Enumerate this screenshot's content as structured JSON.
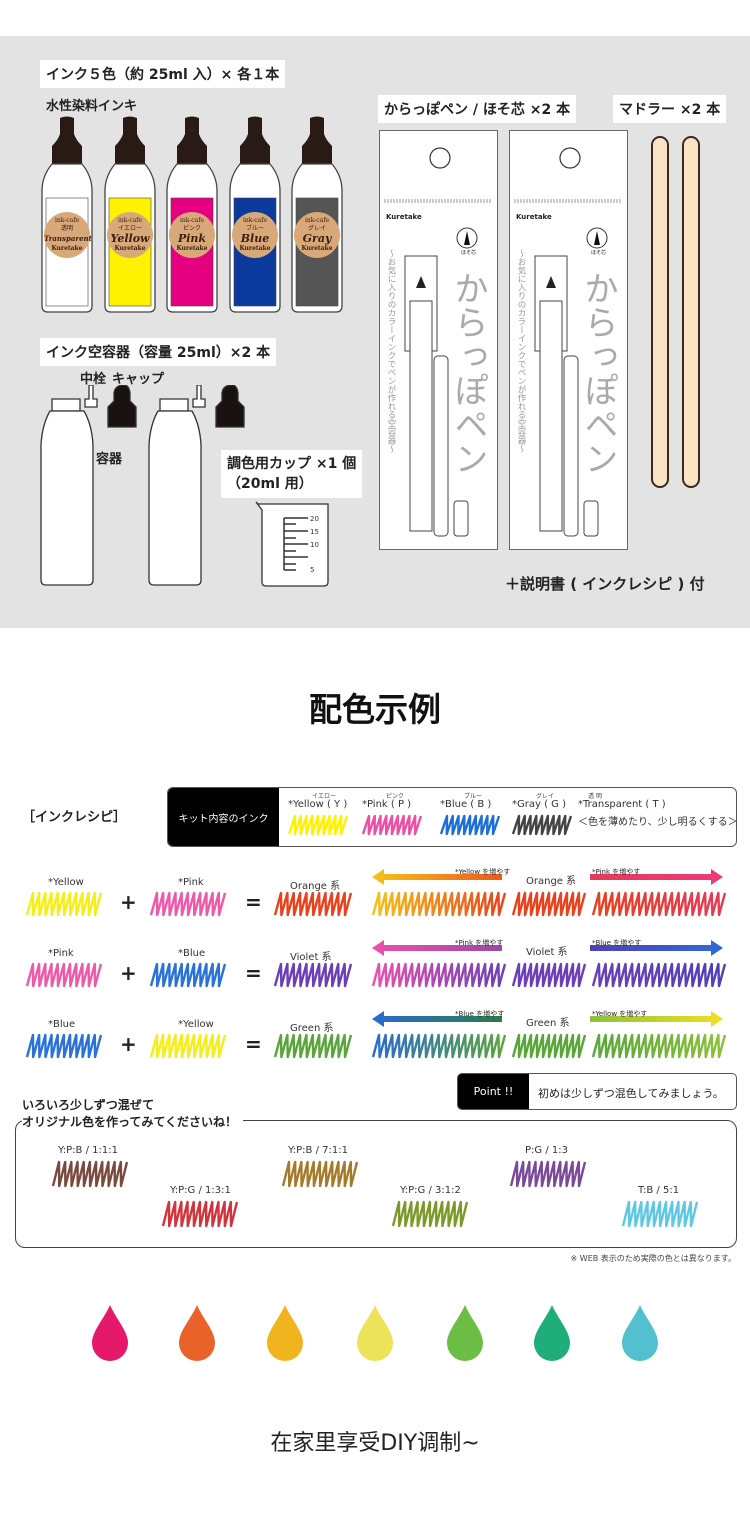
{
  "contents": {
    "ink_title": "インク５色（約 25ml 入）× 各１本",
    "ink_type": "水性染料インキ",
    "bottles": [
      {
        "brand": "ink-cafe",
        "jp": "透明",
        "name": "Transparent",
        "maker": "Kuretake",
        "color": "#ffffff"
      },
      {
        "brand": "ink-cafe",
        "jp": "イエロー",
        "name": "Yellow",
        "maker": "Kuretake",
        "color": "#fff200"
      },
      {
        "brand": "ink-cafe",
        "jp": "ピンク",
        "name": "Pink",
        "maker": "Kuretake",
        "color": "#e4007f"
      },
      {
        "brand": "ink-cafe",
        "jp": "ブルー",
        "name": "Blue",
        "maker": "Kuretake",
        "color": "#0b3a9c"
      },
      {
        "brand": "ink-cafe",
        "jp": "グレイ",
        "name": "Gray",
        "maker": "Kuretake",
        "color": "#555555"
      }
    ],
    "empty_title": "インク空容器（容量 25ml）×2 本",
    "plug": "中栓",
    "cap": "キャップ",
    "container": "容器",
    "cup_title": "調色用カップ ×1 個",
    "cup_sub": "（20ml 用）",
    "cup_marks": [
      "20",
      "15",
      "10",
      "5"
    ],
    "pen_title": "からっぽペン / ほそ芯 ×2 本",
    "pen_brand": "Kuretake",
    "pen_tip": "ほそ芯",
    "pen_name": "からっぽペン",
    "pen_desc": "～お気に入りのカラーインクでペンが作れる空容器～",
    "stir_title": "マドラー ×2 本",
    "manual": "＋説明書 ( インクレシピ ) 付"
  },
  "section_title": "配色示例",
  "recipe": {
    "heading": "［インクレシピ］",
    "kit_label": "キット内容のインク",
    "kit_inks": [
      {
        "ruby": "イエロー",
        "name": "*Yellow ( Y )",
        "color": "#fff200"
      },
      {
        "ruby": "ピンク",
        "name": "*Pink ( P )",
        "color": "#ec4fa3"
      },
      {
        "ruby": "ブルー",
        "name": "*Blue ( B )",
        "color": "#1d6fd6"
      },
      {
        "ruby": "グレイ",
        "name": "*Gray ( G )",
        "color": "#444444"
      },
      {
        "ruby": "透 明",
        "name": "*Transparent ( T )",
        "note": "＜色を薄めたり、少し明るくする＞"
      }
    ],
    "plus": "+",
    "equals": "=",
    "mixes": [
      {
        "a": "*Yellow",
        "a_color": "#f4ee1a",
        "b": "*Pink",
        "b_color": "#ec5aa8",
        "result": "Orange 系",
        "r_color": "#e8421e",
        "left_more": "*Yellow を増やす",
        "right_more": "*Pink を増やす",
        "left_color": "#f6c21a",
        "right_color": "#ee3a7a",
        "grad_left": "#ec5a1e",
        "grad_right": "#e53a5a"
      },
      {
        "a": "*Pink",
        "a_color": "#ec5aa8",
        "b": "*Blue",
        "b_color": "#2a72d8",
        "result": "Violet 系",
        "r_color": "#6a3fb8",
        "left_more": "*Pink を増やす",
        "right_more": "*Blue を増やす",
        "left_color": "#ee4fae",
        "right_color": "#2e6ad8",
        "grad_left": "#9a4aa8",
        "grad_right": "#5040b8"
      },
      {
        "a": "*Blue",
        "a_color": "#2a72d8",
        "b": "*Yellow",
        "b_color": "#f4ee1a",
        "result": "Green 系",
        "r_color": "#5aa63a",
        "left_more": "*Blue を増やす",
        "right_more": "*Yellow を増やす",
        "left_color": "#2a6ad0",
        "right_color": "#f0e020",
        "grad_left": "#2e7a4a",
        "grad_right": "#8cc23a"
      }
    ],
    "point_label": "Point !!",
    "point_text": "初めは少しずつ混色してみましょう。",
    "original_line1": "いろいろ少しずつ混ぜて",
    "original_line2": "オリジナル色を作ってみてくださいね！",
    "samples": [
      {
        "label": "Y:P:B / 1:1:1",
        "color": "#7a4a3e"
      },
      {
        "label": "Y:P:G / 1:3:1",
        "color": "#d2343c"
      },
      {
        "label": "Y:P:B / 7:1:1",
        "color": "#a57a2a"
      },
      {
        "label": "Y:P:G / 3:1:2",
        "color": "#7c9a2a"
      },
      {
        "label": "P:G / 1:3",
        "color": "#7a4a98"
      },
      {
        "label": "T:B / 5:1",
        "color": "#5cc8e4"
      }
    ],
    "note": "※ WEB 表示のため実際の色とは異なります。"
  },
  "drops": [
    "#e5186b",
    "#e8622a",
    "#f0b41e",
    "#ece35a",
    "#6cbd45",
    "#1fae7a",
    "#52c0cf"
  ],
  "footer": "在家里享受DIY调制~"
}
